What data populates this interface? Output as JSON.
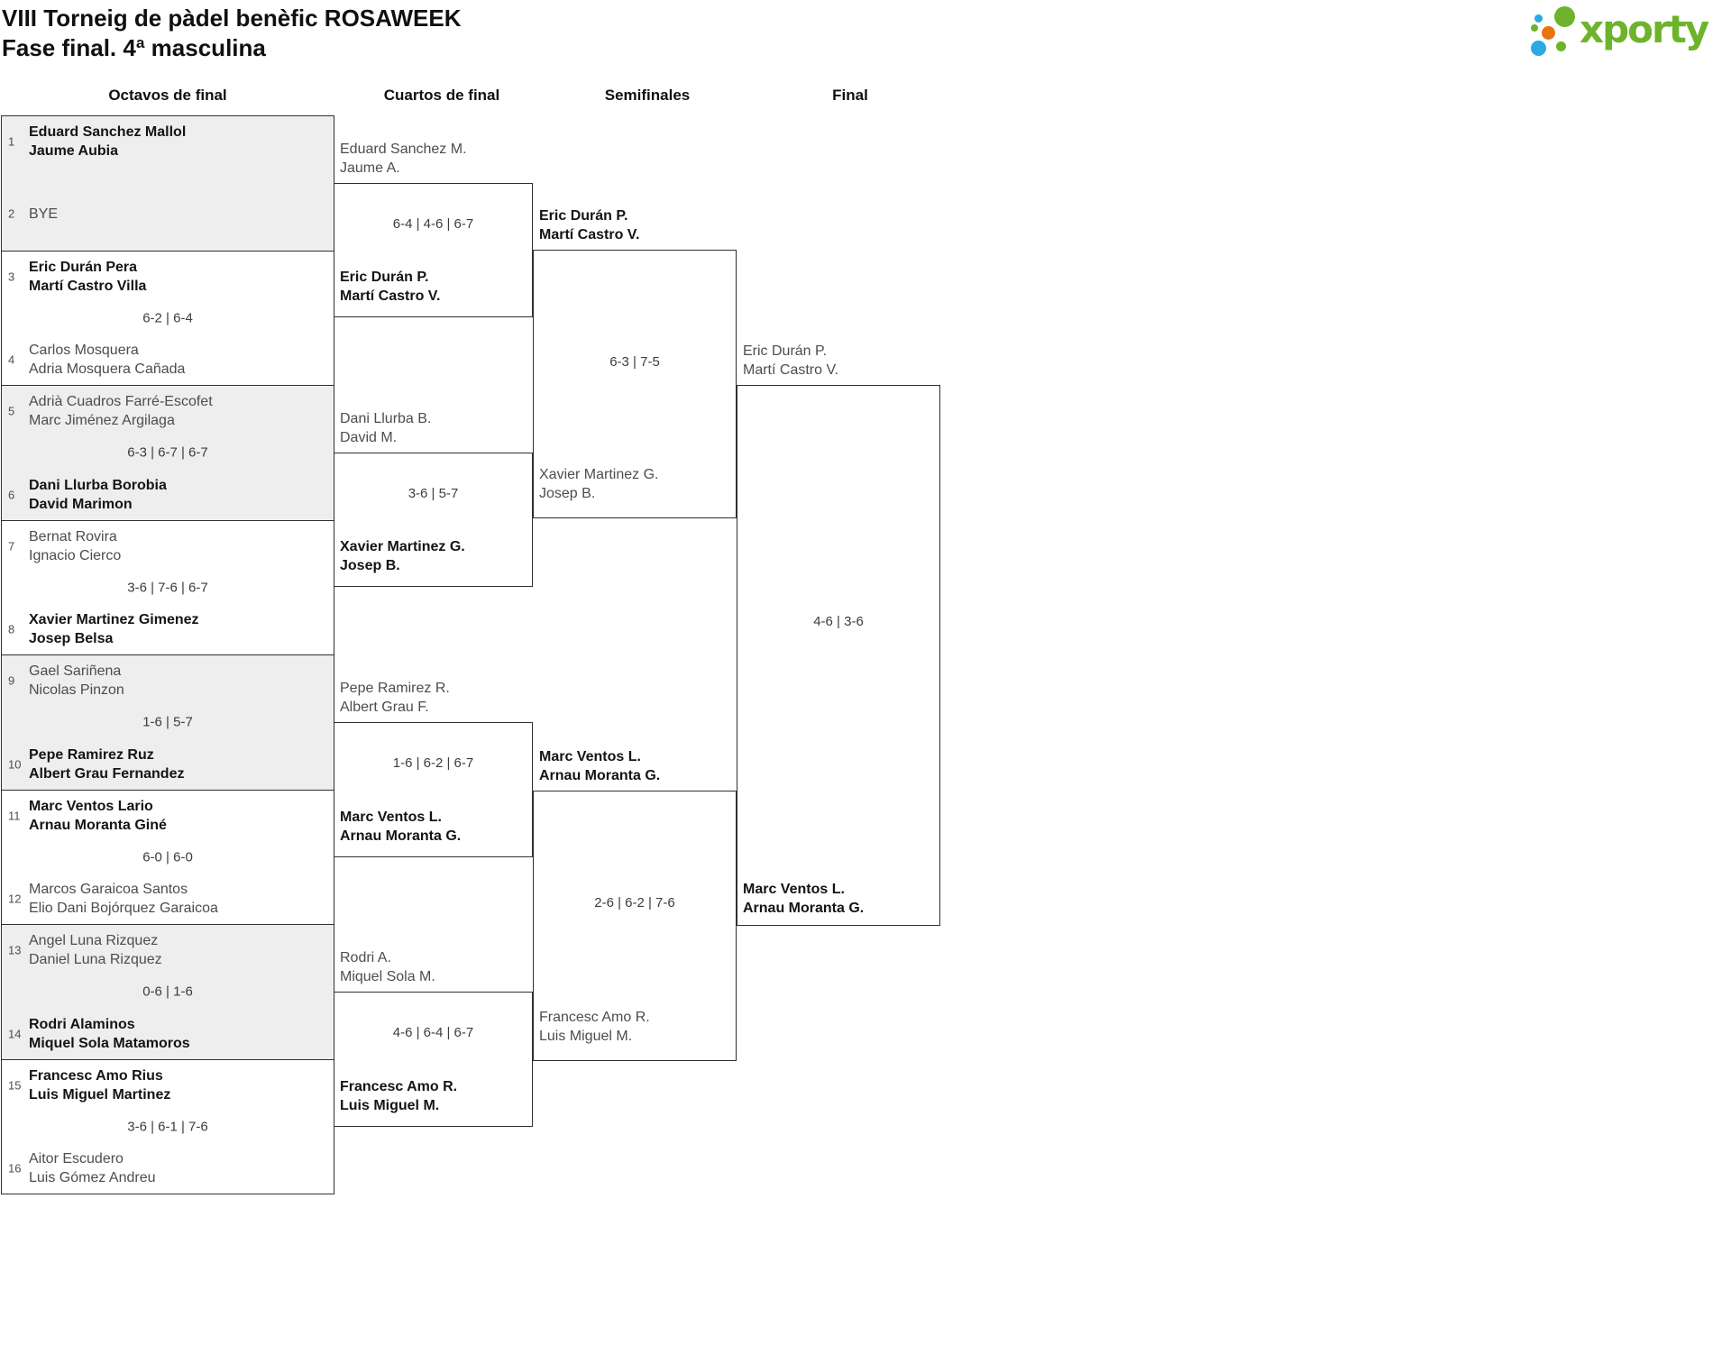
{
  "header": {
    "title": "VIII Torneig de pàdel benèfic ROSAWEEK",
    "subtitle": "Fase final. 4ª masculina",
    "logo_text": "xporty"
  },
  "colors": {
    "brand_green": "#6db32b",
    "brand_blue": "#2ba9e0",
    "brand_orange": "#e97311",
    "shaded_row": "#eeeeee",
    "line": "#2f2f2f"
  },
  "rounds": [
    "Octavos de final",
    "Cuartos de final",
    "Semifinales",
    "Final"
  ],
  "octavos": {
    "matches": [
      {
        "top": {
          "seed": "1",
          "p1": "Eduard Sanchez Mallol",
          "p2": "Jaume Aubia",
          "winner": true
        },
        "score": "",
        "bottom": {
          "seed": "2",
          "p1": "BYE",
          "p2": "",
          "winner": false
        }
      },
      {
        "top": {
          "seed": "3",
          "p1": "Eric Durán Pera",
          "p2": "Martí Castro Villa",
          "winner": true
        },
        "score": "6-2 | 6-4",
        "bottom": {
          "seed": "4",
          "p1": "Carlos Mosquera",
          "p2": "Adria Mosquera Cañada",
          "winner": false
        }
      },
      {
        "top": {
          "seed": "5",
          "p1": "Adrià Cuadros Farré-Escofet",
          "p2": "Marc Jiménez Argilaga",
          "winner": false
        },
        "score": "6-3 | 6-7 | 6-7",
        "bottom": {
          "seed": "6",
          "p1": "Dani Llurba Borobia",
          "p2": "David Marimon",
          "winner": true
        }
      },
      {
        "top": {
          "seed": "7",
          "p1": "Bernat Rovira",
          "p2": "Ignacio Cierco",
          "winner": false
        },
        "score": "3-6 | 7-6 | 6-7",
        "bottom": {
          "seed": "8",
          "p1": "Xavier Martinez Gimenez",
          "p2": "Josep Belsa",
          "winner": true
        }
      },
      {
        "top": {
          "seed": "9",
          "p1": "Gael Sariñena",
          "p2": "Nicolas Pinzon",
          "winner": false
        },
        "score": "1-6 | 5-7",
        "bottom": {
          "seed": "10",
          "p1": "Pepe Ramirez Ruz",
          "p2": "Albert Grau Fernandez",
          "winner": true
        }
      },
      {
        "top": {
          "seed": "11",
          "p1": "Marc Ventos Lario",
          "p2": "Arnau Moranta Giné",
          "winner": true
        },
        "score": "6-0 | 6-0",
        "bottom": {
          "seed": "12",
          "p1": "Marcos Garaicoa Santos",
          "p2": "Elio Dani Bojórquez Garaicoa",
          "winner": false
        }
      },
      {
        "top": {
          "seed": "13",
          "p1": "Angel Luna Rizquez",
          "p2": "Daniel Luna Rizquez",
          "winner": false
        },
        "score": "0-6 | 1-6",
        "bottom": {
          "seed": "14",
          "p1": "Rodri Alaminos",
          "p2": "Miquel Sola Matamoros",
          "winner": true
        }
      },
      {
        "top": {
          "seed": "15",
          "p1": "Francesc Amo Rius",
          "p2": "Luis Miguel Martinez",
          "winner": true
        },
        "score": "3-6 | 6-1 | 7-6",
        "bottom": {
          "seed": "16",
          "p1": "Aitor Escudero",
          "p2": "Luis Gómez Andreu",
          "winner": false
        }
      }
    ]
  },
  "cuartos": [
    {
      "top": {
        "p1": "Eduard Sanchez M.",
        "p2": "Jaume A.",
        "winner": false
      },
      "score": "6-4 | 4-6 | 6-7",
      "bottom": {
        "p1": "Eric Durán P.",
        "p2": "Martí Castro V.",
        "winner": true
      }
    },
    {
      "top": {
        "p1": "Dani Llurba B.",
        "p2": "David M.",
        "winner": false
      },
      "score": "3-6 | 5-7",
      "bottom": {
        "p1": "Xavier Martinez G.",
        "p2": "Josep B.",
        "winner": true
      }
    },
    {
      "top": {
        "p1": "Pepe Ramirez R.",
        "p2": "Albert Grau F.",
        "winner": false
      },
      "score": "1-6 | 6-2 | 6-7",
      "bottom": {
        "p1": "Marc Ventos L.",
        "p2": "Arnau Moranta G.",
        "winner": true
      }
    },
    {
      "top": {
        "p1": "Rodri A.",
        "p2": "Miquel Sola M.",
        "winner": false
      },
      "score": "4-6 | 6-4 | 6-7",
      "bottom": {
        "p1": "Francesc Amo R.",
        "p2": "Luis Miguel M.",
        "winner": true
      }
    }
  ],
  "semifinales": [
    {
      "top": {
        "p1": "Eric Durán P.",
        "p2": "Martí Castro V.",
        "winner": true
      },
      "score": "6-3 | 7-5",
      "bottom": {
        "p1": "Xavier Martinez G.",
        "p2": "Josep B.",
        "winner": false
      }
    },
    {
      "top": {
        "p1": "Marc Ventos L.",
        "p2": "Arnau Moranta G.",
        "winner": true
      },
      "score": "2-6 | 6-2 | 7-6",
      "bottom": {
        "p1": "Francesc Amo R.",
        "p2": "Luis Miguel M.",
        "winner": false
      }
    }
  ],
  "final": {
    "top": {
      "p1": "Eric Durán P.",
      "p2": "Martí Castro V.",
      "winner": false
    },
    "score": "4-6 | 3-6",
    "bottom": {
      "p1": "Marc Ventos L.",
      "p2": "Arnau Moranta G.",
      "winner": true
    }
  }
}
